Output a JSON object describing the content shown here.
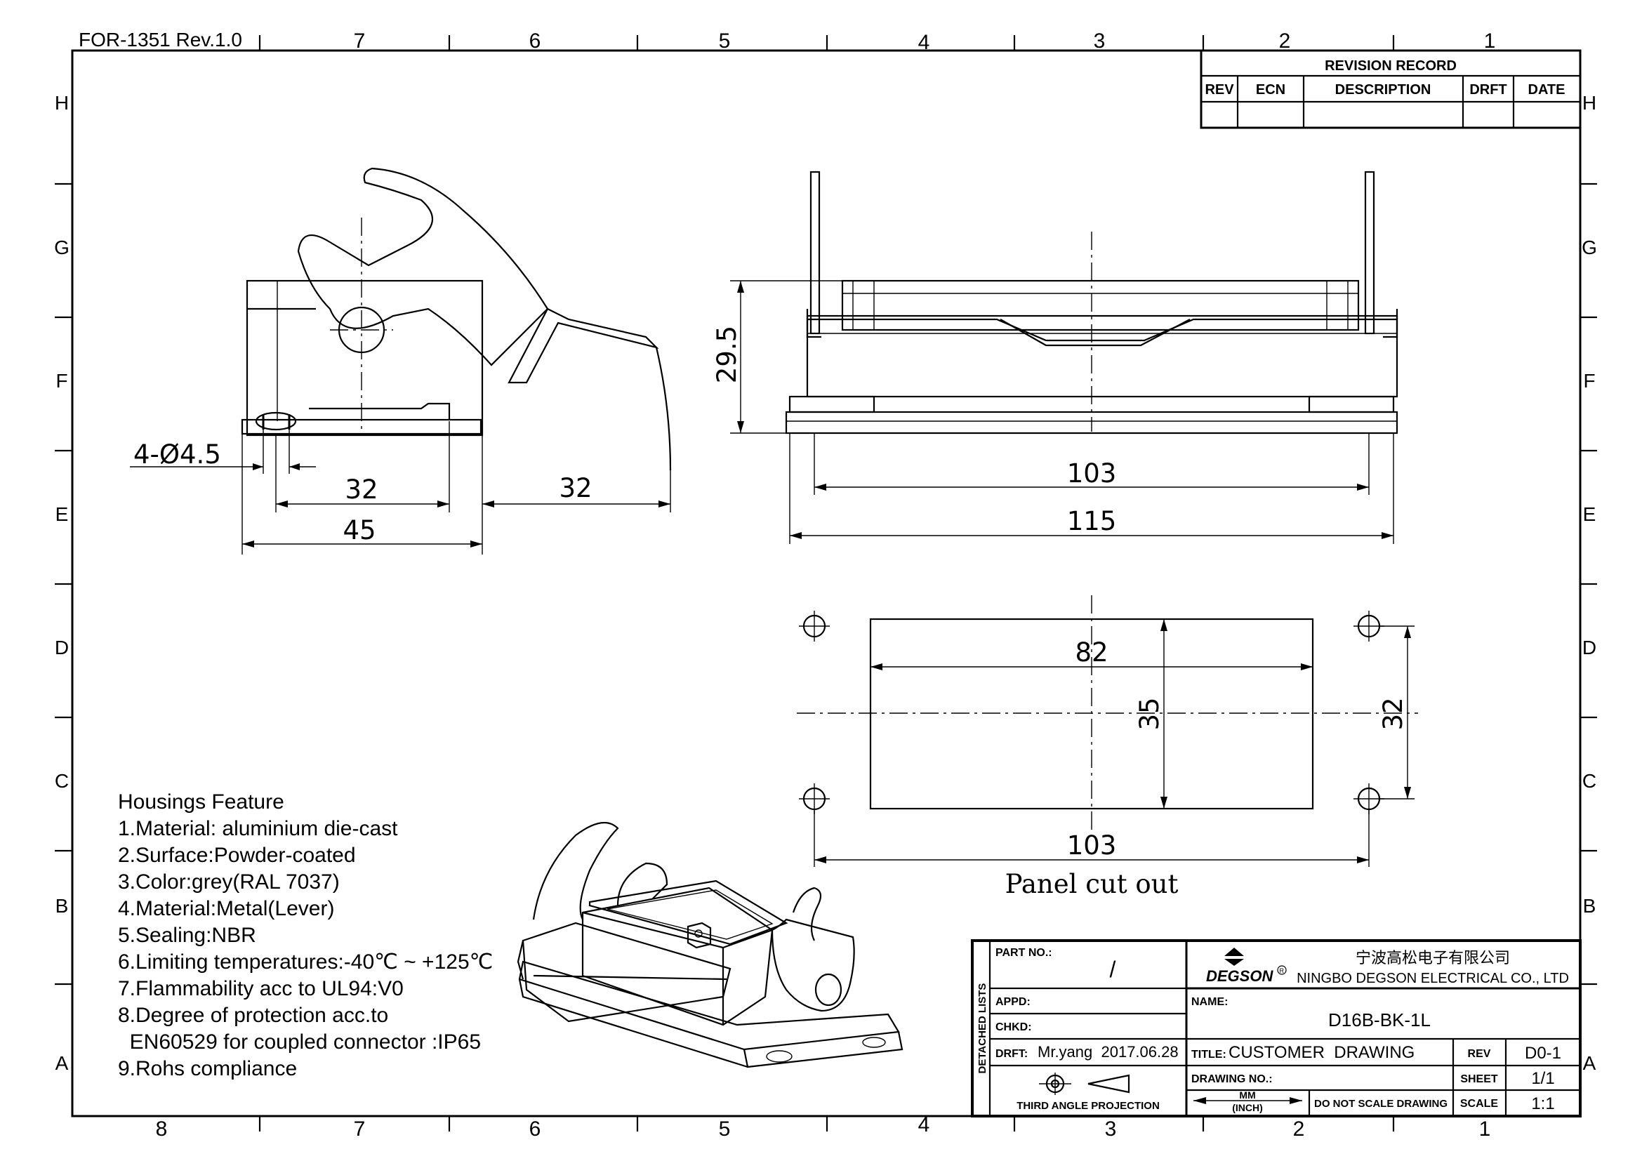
{
  "form_id": "FOR-1351 Rev.1.0",
  "grid": {
    "top_cols": [
      "7",
      "6",
      "5",
      "4",
      "3",
      "2",
      "1"
    ],
    "bottom_cols": [
      "8",
      "7",
      "6",
      "5",
      "4",
      "3",
      "2",
      "1"
    ],
    "rows": [
      "H",
      "G",
      "F",
      "E",
      "D",
      "C",
      "B",
      "A"
    ]
  },
  "revision_record": {
    "title": "REVISION RECORD",
    "headers": [
      "REV",
      "ECN",
      "DESCRIPTION",
      "DRFT",
      "DATE"
    ]
  },
  "dimensions": {
    "holes": "4-Ø4.5",
    "side_inner": "32",
    "side_lever": "32",
    "side_outer": "45",
    "height": "29.5",
    "front_inner": "103",
    "front_outer": "115",
    "cutout_width": "82",
    "cutout_height": "35",
    "hole_spacing_v": "32",
    "hole_spacing_h": "103"
  },
  "panel_caption": "Panel cut out",
  "features": {
    "title": "Housings Feature",
    "items": [
      "1.Material: aluminium die-cast",
      "2.Surface:Powder-coated",
      "3.Color:grey(RAL 7037)",
      "4.Material:Metal(Lever)",
      "5.Sealing:NBR",
      "6.Limiting temperatures:-40℃ ~ +125℃",
      "7.Flammability acc to UL94:V0",
      "8.Degree of protection acc.to",
      "  EN60529 for coupled connector :IP65",
      "9.Rohs compliance"
    ]
  },
  "title_block": {
    "side_label": "DETACHED LISTS",
    "part_no_label": "PART NO.:",
    "part_no_value": "/",
    "appd_label": "APPD:",
    "chkd_label": "CHKD:",
    "drft_label": "DRFT:",
    "drft_value": "Mr.yang  2017.06.28",
    "projection_label": "THIRD ANGLE PROJECTION",
    "company_logo_text": "DEGSON",
    "company_cn": "宁波高松电子有限公司",
    "company_en": "NINGBO DEGSON ELECTRICAL CO., LTD",
    "name_label": "NAME:",
    "name_value": "D16B-BK-1L",
    "title_label": "TITLE:",
    "title_value": "CUSTOMER  DRAWING",
    "drawing_no_label": "DRAWING NO.:",
    "units_top": "MM",
    "units_bottom": "(INCH)",
    "no_scale": "DO NOT SCALE DRAWING",
    "rev_label": "REV",
    "rev_value": "D0-1",
    "sheet_label": "SHEET",
    "sheet_value": "1/1",
    "scale_label": "SCALE",
    "scale_value": "1:1"
  }
}
